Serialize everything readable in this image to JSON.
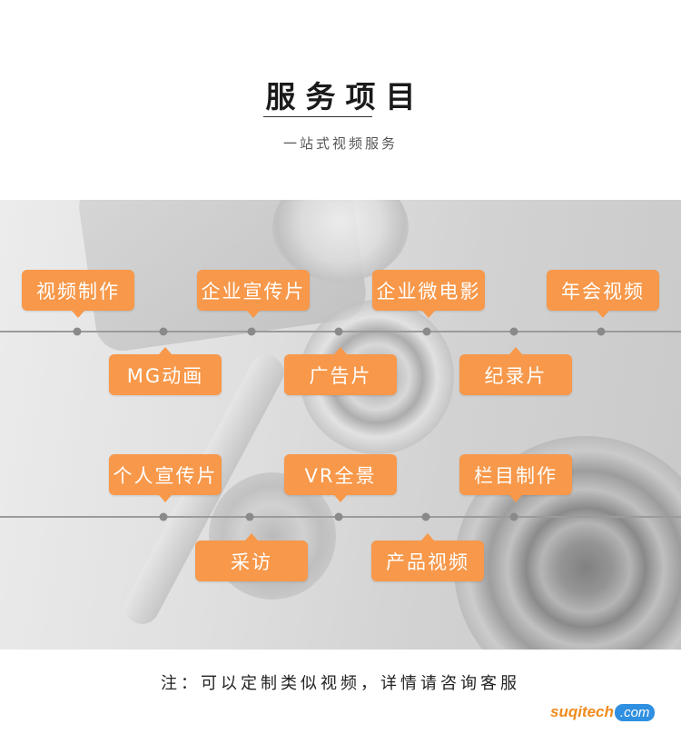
{
  "header": {
    "title": "服务项目",
    "subtitle": "一站式视频服务"
  },
  "timelines": [
    {
      "above": [
        "视频制作",
        "企业宣传片",
        "企业微电影",
        "年会视频"
      ],
      "below": [
        "MG动画",
        "广告片",
        "纪录片"
      ]
    },
    {
      "above": [
        "个人宣传片",
        "VR全景",
        "栏目制作"
      ],
      "below": [
        "采访",
        "产品视频"
      ]
    }
  ],
  "note": "注：可以定制类似视频，详情请咨询客服",
  "watermark": {
    "name": "suqitech",
    "suffix": ".com"
  },
  "colors": {
    "accent": "#f7984a",
    "timeline": "#9b9b9b",
    "background_photo": "grayscale camera"
  }
}
